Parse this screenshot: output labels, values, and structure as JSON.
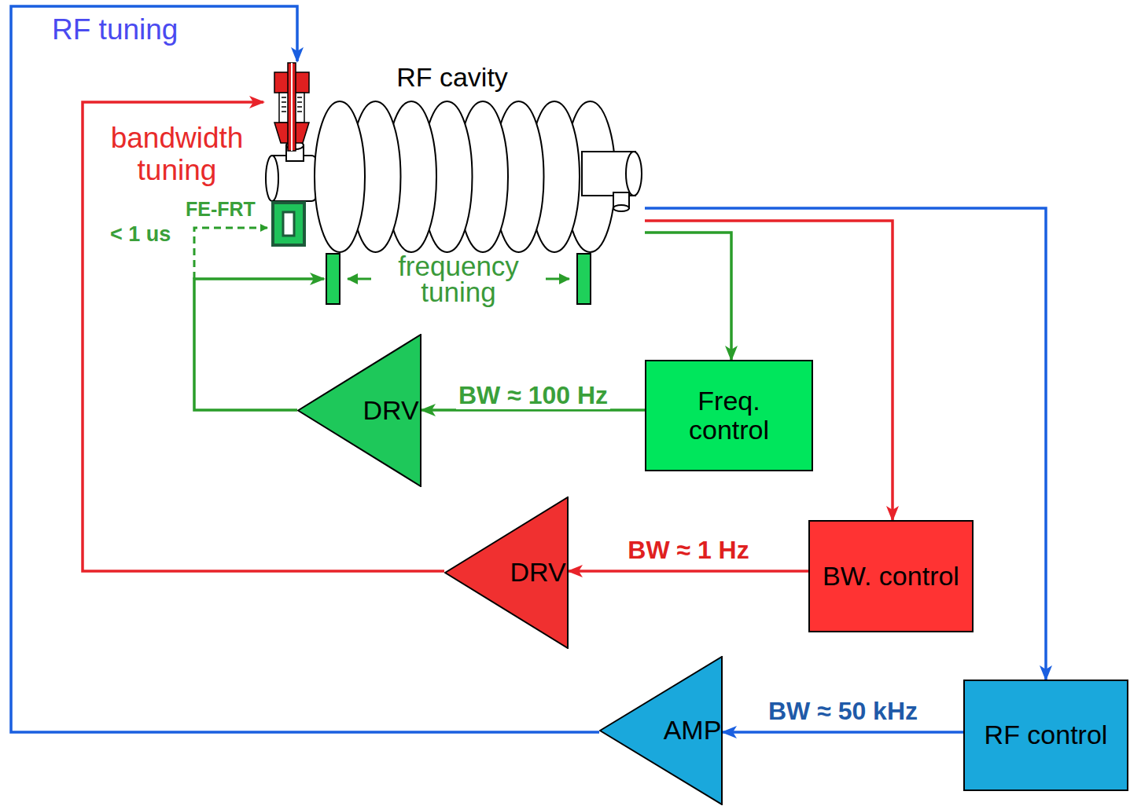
{
  "diagram": {
    "nodes": [
      {
        "text": [
          "RF cavity"
        ]
      },
      {
        "text": [
          "frequency tuning"
        ]
      },
      {
        "text": [
          "Freq. control"
        ]
      },
      {
        "text": [
          "DRV"
        ]
      },
      {
        "text": [
          "BW. control"
        ]
      },
      {
        "text": [
          "DRV"
        ]
      },
      {
        "text": [
          "RF control"
        ]
      },
      {
        "text": [
          "AMP"
        ]
      }
    ],
    "edges": [
      {
        "from": 0,
        "to": 2,
        "arrow": "to"
      },
      {
        "from": 2,
        "to": 3,
        "label": "BW ≈ 100 Hz",
        "arrow": "to"
      },
      {
        "from": 3,
        "to": 1,
        "arrow": "to"
      },
      {
        "from": 0,
        "to": 4,
        "arrow": "to"
      },
      {
        "from": 4,
        "to": 5,
        "label": "BW ≈ 1 Hz",
        "arrow": "to"
      },
      {
        "from": 5,
        "to": 0,
        "arrow": "to"
      },
      {
        "from": 0,
        "to": 6,
        "arrow": "to"
      },
      {
        "from": 6,
        "to": 7,
        "label": "BW ≈ 50 kHz",
        "arrow": "to"
      },
      {
        "from": 7,
        "to": 0,
        "arrow": "to"
      }
    ],
    "labels": [
      "RF tuning",
      "bandwidth tuning",
      "FE-FRT",
      "< 1 us"
    ]
  }
}
